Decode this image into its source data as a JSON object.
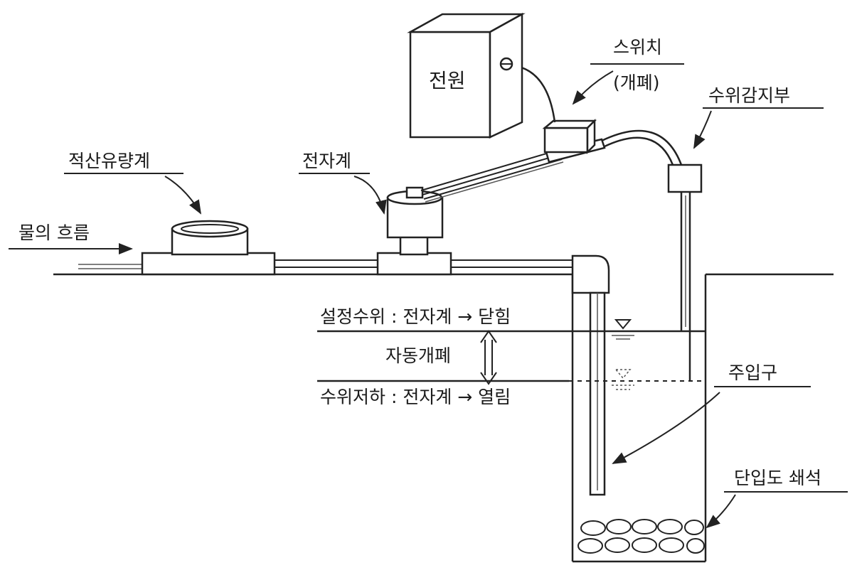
{
  "labels": {
    "power": "전원",
    "switch_line1": "스위치",
    "switch_line2": "(개폐)",
    "level_sensor": "수위감지부",
    "solenoid": "전자계",
    "flowmeter": "적산유량계",
    "water_flow": "물의 흐름",
    "set_level": "설정수위 : 전자계 → 닫힘",
    "auto_open_close": "자동개폐",
    "level_drop": "수위저하 : 전자계 → 열림",
    "inlet": "주입구",
    "gravel": "단입도 쇄석"
  },
  "colors": {
    "line": "#222222",
    "background": "#ffffff"
  }
}
